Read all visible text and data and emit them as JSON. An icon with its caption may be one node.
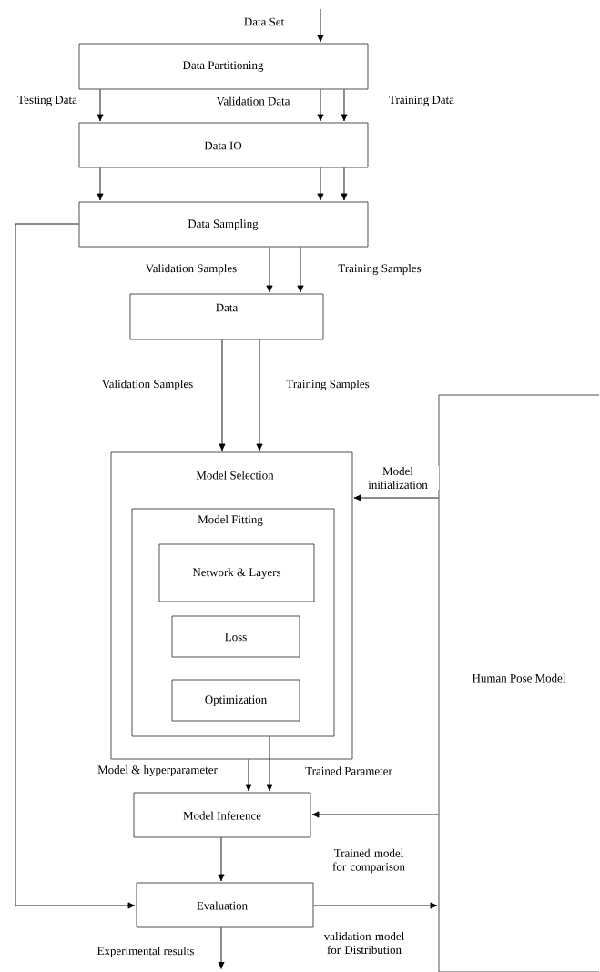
{
  "diagram": {
    "nodes": [
      {
        "text": [
          "Data Partitioning"
        ]
      },
      {
        "text": [
          "Data IO"
        ]
      },
      {
        "text": [
          "Data Sampling"
        ]
      },
      {
        "text": [
          "Data"
        ]
      },
      {
        "text": [
          "Model Selection"
        ]
      },
      {
        "text": [
          "Model Fitting"
        ],
        "in": 4
      },
      {
        "text": [
          "Network & Layers"
        ],
        "in": 5
      },
      {
        "text": [
          "Loss"
        ],
        "in": 5
      },
      {
        "text": [
          "Optimization"
        ],
        "in": 5
      },
      {
        "text": [
          "Model Inference"
        ]
      },
      {
        "text": [
          "Evaluation"
        ]
      },
      {
        "text": [
          "Human Pose Model"
        ]
      }
    ],
    "edges": [
      {
        "from": null,
        "to": 0,
        "arrow": "to",
        "label": "Data Set"
      },
      {
        "from": 0,
        "to": 1,
        "arrow": "to",
        "label": "Testing Data"
      },
      {
        "from": 0,
        "to": 1,
        "arrow": "to",
        "label": "Validation Data"
      },
      {
        "from": 0,
        "to": 1,
        "arrow": "to",
        "label": "Training Data"
      },
      {
        "from": 1,
        "to": 2,
        "arrow": "to"
      },
      {
        "from": 1,
        "to": 2,
        "arrow": "to"
      },
      {
        "from": 1,
        "to": 2,
        "arrow": "to"
      },
      {
        "from": 2,
        "to": 3,
        "arrow": "to",
        "label": "Validation Samples"
      },
      {
        "from": 2,
        "to": 3,
        "arrow": "to",
        "label": "Training Samples"
      },
      {
        "from": 3,
        "to": 4,
        "arrow": "to",
        "label": "Validation Samples"
      },
      {
        "from": 3,
        "to": 4,
        "arrow": "to",
        "label": "Training Samples"
      },
      {
        "from": 11,
        "to": 4,
        "arrow": "to",
        "label": "Model initialization"
      },
      {
        "from": 4,
        "to": 9,
        "arrow": "to",
        "label": "Model & hyperparameter"
      },
      {
        "from": 5,
        "to": 9,
        "arrow": "to",
        "label": "Trained Parameter"
      },
      {
        "from": 11,
        "to": 9,
        "arrow": "to",
        "label": "Trained model for comparison"
      },
      {
        "from": 9,
        "to": 10,
        "arrow": "to"
      },
      {
        "from": 2,
        "to": 10,
        "arrow": "to"
      },
      {
        "from": 10,
        "to": 11,
        "arrow": "to",
        "label": "validation model for Distribution"
      },
      {
        "from": 10,
        "to": null,
        "arrow": "to",
        "label": "Experimental results"
      }
    ]
  }
}
